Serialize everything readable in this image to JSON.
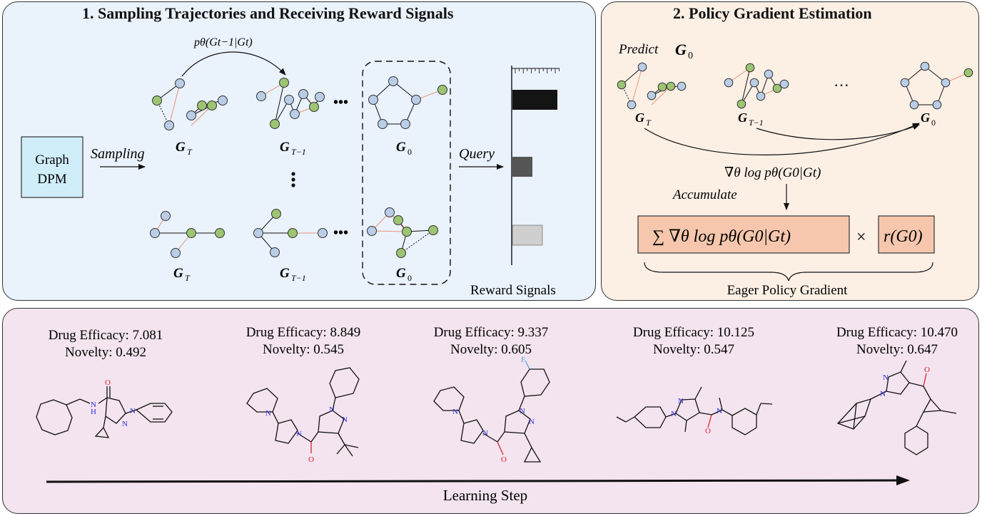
{
  "panel1": {
    "title": "1. Sampling Trajectories and Receiving Reward Signals",
    "model_box": [
      "Graph",
      "DPM"
    ],
    "sampling_label": "Sampling",
    "transition_label": "pθ(Gt−1|Gt)",
    "query_label": "Query",
    "reward_label": "Reward Signals",
    "graph_labels": [
      "G",
      "T",
      "T−1",
      "0"
    ],
    "ellipsis": "•••"
  },
  "panel2": {
    "title": "2. Policy Gradient Estimation",
    "predict_label": "Predict",
    "gradient_text": "∇θ log pθ(G0|Gt)",
    "accumulate_label": "Accumulate",
    "sum_text": "∑ ∇θ log pθ(G0|Gt)",
    "times": "×",
    "reward_text": "r(G0)",
    "brace_label": "Eager Policy Gradient",
    "dots": "···"
  },
  "panel3": {
    "molecules": [
      {
        "efficacy": "Drug Efficacy: 7.081",
        "novelty": "Novelty: 0.492"
      },
      {
        "efficacy": "Drug Efficacy: 8.849",
        "novelty": "Novelty: 0.545"
      },
      {
        "efficacy": "Drug Efficacy: 9.337",
        "novelty": "Novelty: 0.605"
      },
      {
        "efficacy": "Drug Efficacy: 10.125",
        "novelty": "Novelty: 0.547"
      },
      {
        "efficacy": "Drug Efficacy: 10.470",
        "novelty": "Novelty: 0.647"
      }
    ],
    "axis_label": "Learning Step",
    "atoms": {
      "O": "O",
      "N": "N",
      "H": "H",
      "F": "F"
    }
  },
  "colors": {
    "blue_node": "#b9cde6",
    "green_node": "#9cc472",
    "orange_edge": "#e8957a",
    "formula_fill": "#f6c7ad",
    "nitrogen": "#2f2fd8",
    "oxygen": "#e0202a",
    "fluorine": "#58a6d9"
  }
}
